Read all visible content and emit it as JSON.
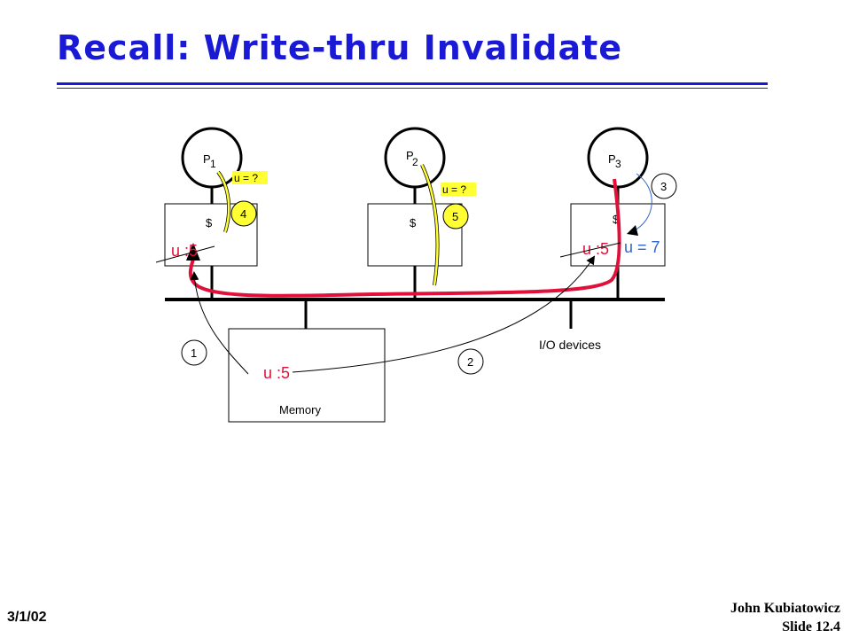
{
  "slide": {
    "title": "Recall: Write-thru Invalidate",
    "date": "3/1/02",
    "author": "John Kubiatowicz",
    "slide_number": "Slide 12.4"
  },
  "diagram": {
    "processors": [
      {
        "letter": "P",
        "index": "1",
        "cache_label": "$"
      },
      {
        "letter": "P",
        "index": "2",
        "cache_label": "$"
      },
      {
        "letter": "P",
        "index": "3",
        "cache_label": "$"
      }
    ],
    "memory": {
      "label": "Memory",
      "value": "u :5"
    },
    "io_label": "I/O devices",
    "cache_values": {
      "p1": "u :5",
      "p3_old": "u :5",
      "p3_new": "u = 7"
    },
    "queries": {
      "p1": "u = ?",
      "p2": "u = ?"
    },
    "steps": [
      "1",
      "2",
      "3",
      "4",
      "5"
    ],
    "colors": {
      "title": "#1a1ad6",
      "red": "#e0103a",
      "yellow": "#ffff33",
      "blue": "#3366cc"
    }
  }
}
